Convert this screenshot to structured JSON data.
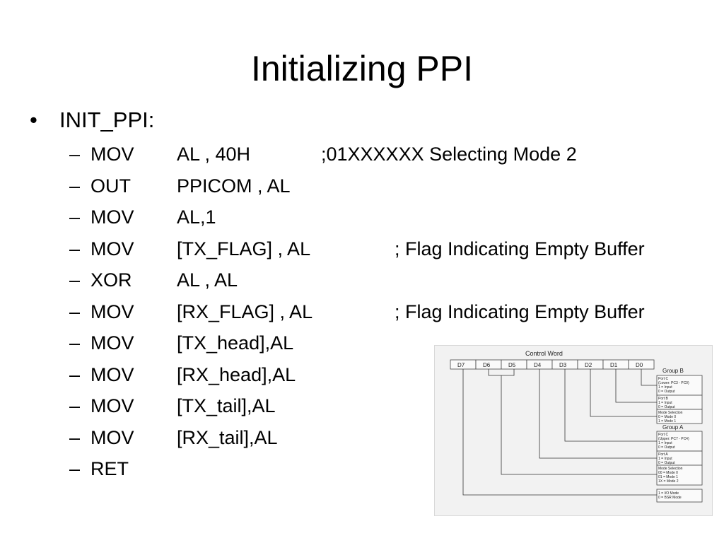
{
  "slide": {
    "title": "Initializing PPI",
    "bullet": {
      "marker": "•",
      "label": "INIT_PPI:"
    },
    "lines": [
      {
        "op": "MOV",
        "arg": "AL , 40H",
        "comment": ";01XXXXXX Selecting Mode 2"
      },
      {
        "op": "OUT",
        "arg": "PPICOM , AL",
        "comment": ""
      },
      {
        "op": "MOV",
        "arg": "AL,1",
        "comment": ""
      },
      {
        "op": "MOV",
        "arg": "[TX_FLAG] , AL",
        "comment": "; Flag Indicating Empty Buffer"
      },
      {
        "op": "XOR",
        "arg": "AL , AL",
        "comment": ""
      },
      {
        "op": "MOV",
        "arg": "[RX_FLAG] , AL",
        "comment": "; Flag Indicating Empty Buffer"
      },
      {
        "op": "MOV",
        "arg": "[TX_head],AL",
        "comment": ""
      },
      {
        "op": "MOV",
        "arg": "[RX_head],AL",
        "comment": ""
      },
      {
        "op": "MOV",
        "arg": "[TX_tail],AL",
        "comment": ""
      },
      {
        "op": "MOV",
        "arg": "[RX_tail],AL",
        "comment": ""
      },
      {
        "op": "RET",
        "arg": "",
        "comment": ""
      }
    ],
    "dash": "–"
  },
  "control_word": {
    "title": "Control Word",
    "bits": [
      "D7",
      "D6",
      "D5",
      "D4",
      "D3",
      "D2",
      "D1",
      "D0"
    ],
    "group_b": "Group B",
    "group_a": "Group A",
    "box_b1": [
      "Port C",
      "(Lower: PC3 - PC0)",
      "1 = Input",
      "0 = Output"
    ],
    "box_b2": [
      "Port B",
      "1 = Input",
      "0 = Output"
    ],
    "box_b3": [
      "Mode Selection",
      "0 = Mode 0",
      "1 = Mode 1"
    ],
    "box_a1": [
      "Port C",
      "(Upper: PC7 - PC4)",
      "1 = Input",
      "0 = Output"
    ],
    "box_a2": [
      "Port A",
      "1 = Input",
      "0 = Output"
    ],
    "box_a3": [
      "Mode Selection",
      "00 = Mode 0",
      "01 = Mode 1",
      "1X = Mode 2"
    ],
    "box_mode": [
      "1 = I/O Mode",
      "0 = BSR Mode"
    ]
  }
}
